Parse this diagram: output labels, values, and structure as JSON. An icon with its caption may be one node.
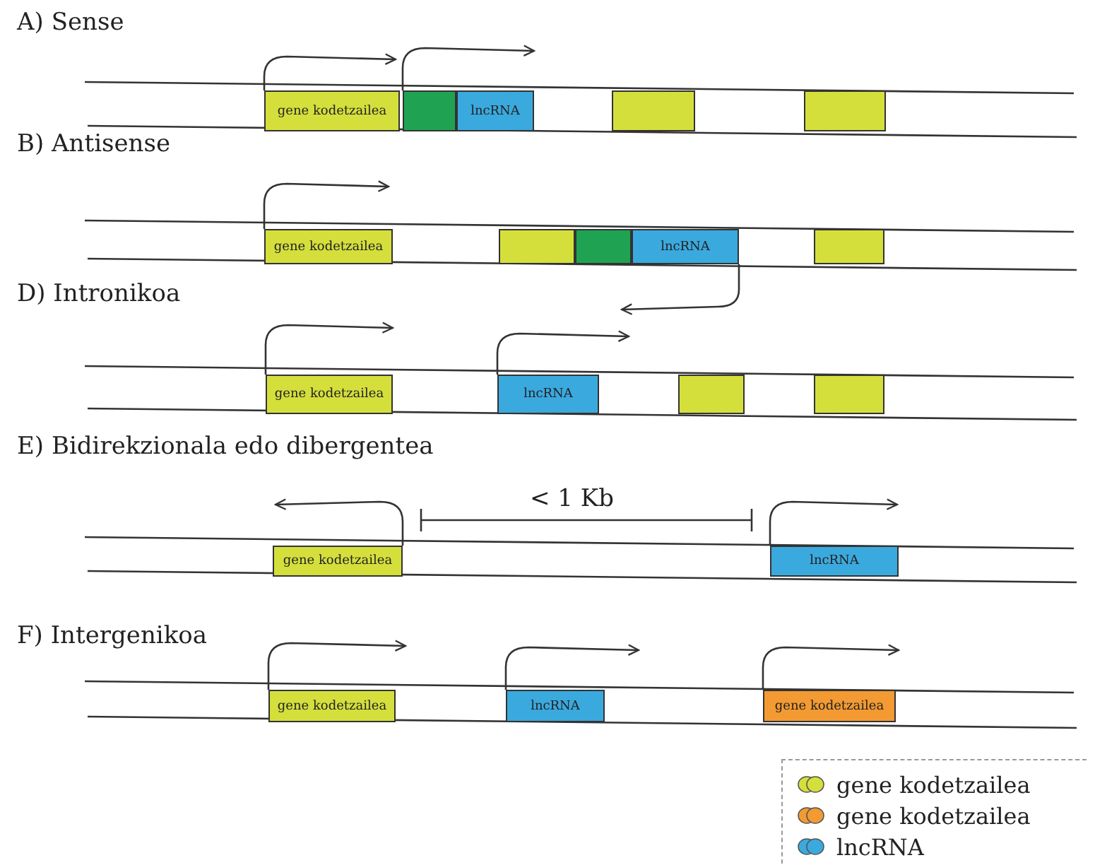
{
  "diagram": {
    "nodes": [
      {
        "text": [
          "gene kodetzailea"
        ]
      },
      {
        "text": [],
        "shape": "box"
      },
      {
        "text": [
          "lncRNA"
        ]
      },
      {
        "text": [],
        "shape": "box"
      },
      {
        "text": [],
        "shape": "box"
      },
      {
        "text": [
          "gene kodetzailea"
        ]
      },
      {
        "text": [],
        "shape": "box"
      },
      {
        "text": [],
        "shape": "box"
      },
      {
        "text": [
          "lncRNA"
        ]
      },
      {
        "text": [],
        "shape": "box"
      },
      {
        "text": [
          "gene kodetzailea"
        ]
      },
      {
        "text": [
          "lncRNA"
        ]
      },
      {
        "text": [],
        "shape": "box"
      },
      {
        "text": [],
        "shape": "box"
      },
      {
        "text": [
          "gene kodetzailea"
        ]
      },
      {
        "text": [
          "lncRNA"
        ]
      },
      {
        "text": [
          "gene kodetzailea"
        ]
      },
      {
        "text": [
          "lncRNA"
        ]
      },
      {
        "text": [
          "gene kodetzailea"
        ]
      }
    ],
    "labels": [
      "A) Sense",
      "B) Antisense",
      "D) Intronikoa",
      "E) Bidirekzionala edo dibergentea",
      "< 1 Kb",
      "F) Intergenikoa"
    ],
    "legend": [
      {
        "text": "gene kodetzailea",
        "color": "#d5df3c"
      },
      {
        "text": "gene kodetzailea",
        "color": "#f39a33"
      },
      {
        "text": "lncRNA",
        "color": "#3aa9de"
      }
    ]
  }
}
